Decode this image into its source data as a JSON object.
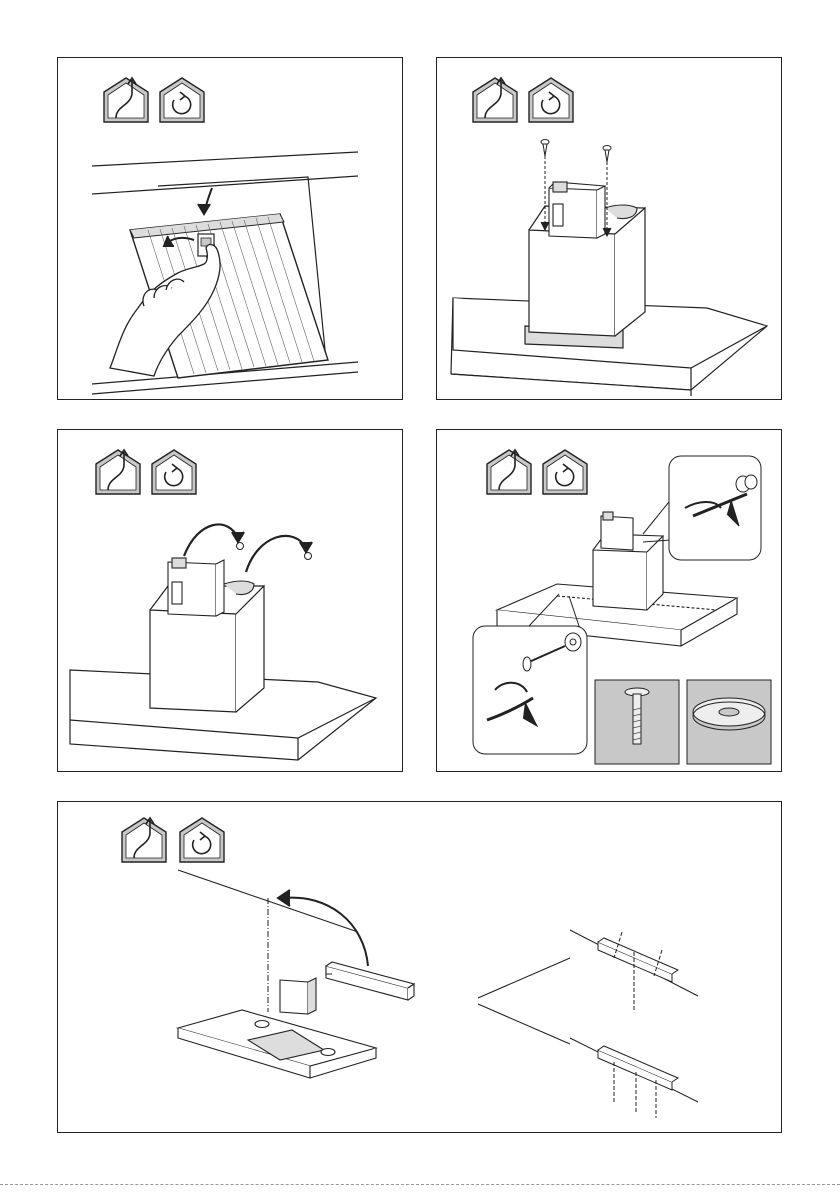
{
  "page": {
    "background_color": "#ffffff",
    "line_color": "#222222",
    "shade_color": "#c8c8c8"
  },
  "mode_icons": [
    {
      "name": "ducted-extraction-icon"
    },
    {
      "name": "recirculation-icon"
    }
  ],
  "panels": [
    {
      "id": "step-1",
      "scene": "remove-grease-filter"
    },
    {
      "id": "step-2",
      "scene": "chimney-top-screws-insert"
    },
    {
      "id": "step-3",
      "scene": "chimney-top-screws-remove"
    },
    {
      "id": "step-4",
      "scene": "bolt-and-washer-fastening"
    },
    {
      "id": "step-5",
      "scene": "mount-support-bracket"
    }
  ],
  "parts": [
    {
      "name": "bolt-part-icon"
    },
    {
      "name": "washer-part-icon"
    }
  ]
}
